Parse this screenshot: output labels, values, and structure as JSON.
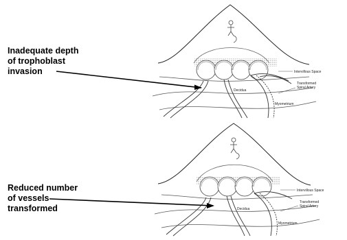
{
  "panels": [
    {
      "callout": "Inadequate depth\nof trophoblast\ninvasion",
      "labels": {
        "intervillous": "Intervillous Space",
        "transformed": "Transformed\nSpiral Artery",
        "decidua": "Decidua",
        "myometrium": "Myometrium"
      }
    },
    {
      "callout": "Reduced number\nof vessels\ntransformed",
      "labels": {
        "intervillous": "Intervillous Space",
        "transformed": "Transformed\nSpiral Artery",
        "decidua": "Decidua",
        "myometrium": "Myometrium"
      }
    }
  ],
  "colors": {
    "ink": "#000000",
    "line": "#555555",
    "shade": "#bdbdbd"
  }
}
